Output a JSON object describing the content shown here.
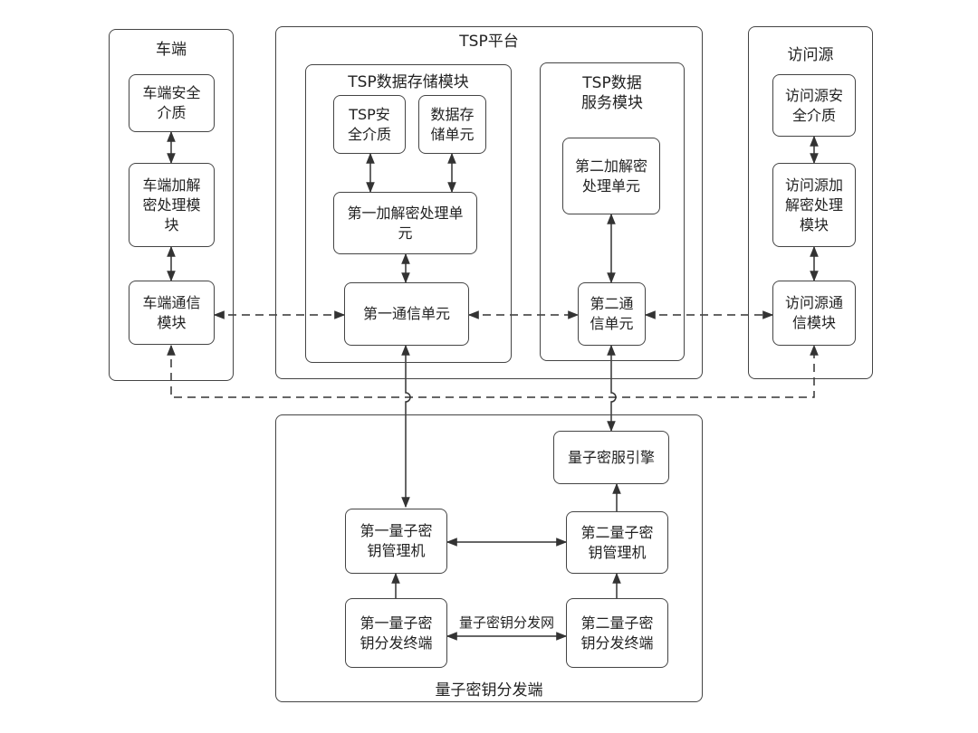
{
  "groups": {
    "vehicle": "车端",
    "tsp": "TSP平台",
    "tsp_storage": "TSP数据存储模块",
    "tsp_service": "TSP数据\n服务模块",
    "visitor": "访问源",
    "quantum": "量子密钥分发端"
  },
  "nodes": {
    "vehicle_secure_medium": "车端安全\n介质",
    "vehicle_crypto_module": "车端加解\n密处理模\n块",
    "vehicle_comm_module": "车端通信\n模块",
    "tsp_secure_medium": "TSP安\n全介质",
    "data_storage_unit": "数据存\n储单元",
    "first_crypto_unit": "第一加解密处理单\n元",
    "first_comm_unit": "第一通信单元",
    "second_crypto_unit": "第二加解密\n处理单元",
    "second_comm_unit": "第二通\n信单元",
    "visitor_secure_medium": "访问源安\n全介质",
    "visitor_crypto_module": "访问源加\n解密处理\n模块",
    "visitor_comm_module": "访问源通\n信模块",
    "quantum_service_engine": "量子密服引擎",
    "first_key_manager": "第一量子密\n钥管理机",
    "second_key_manager": "第二量子密\n钥管理机",
    "first_qkd_terminal": "第一量子密\n钥分发终端",
    "second_qkd_terminal": "第二量子密\n钥分发终端"
  },
  "labels": {
    "qkd_network": "量子密钥分发网"
  }
}
